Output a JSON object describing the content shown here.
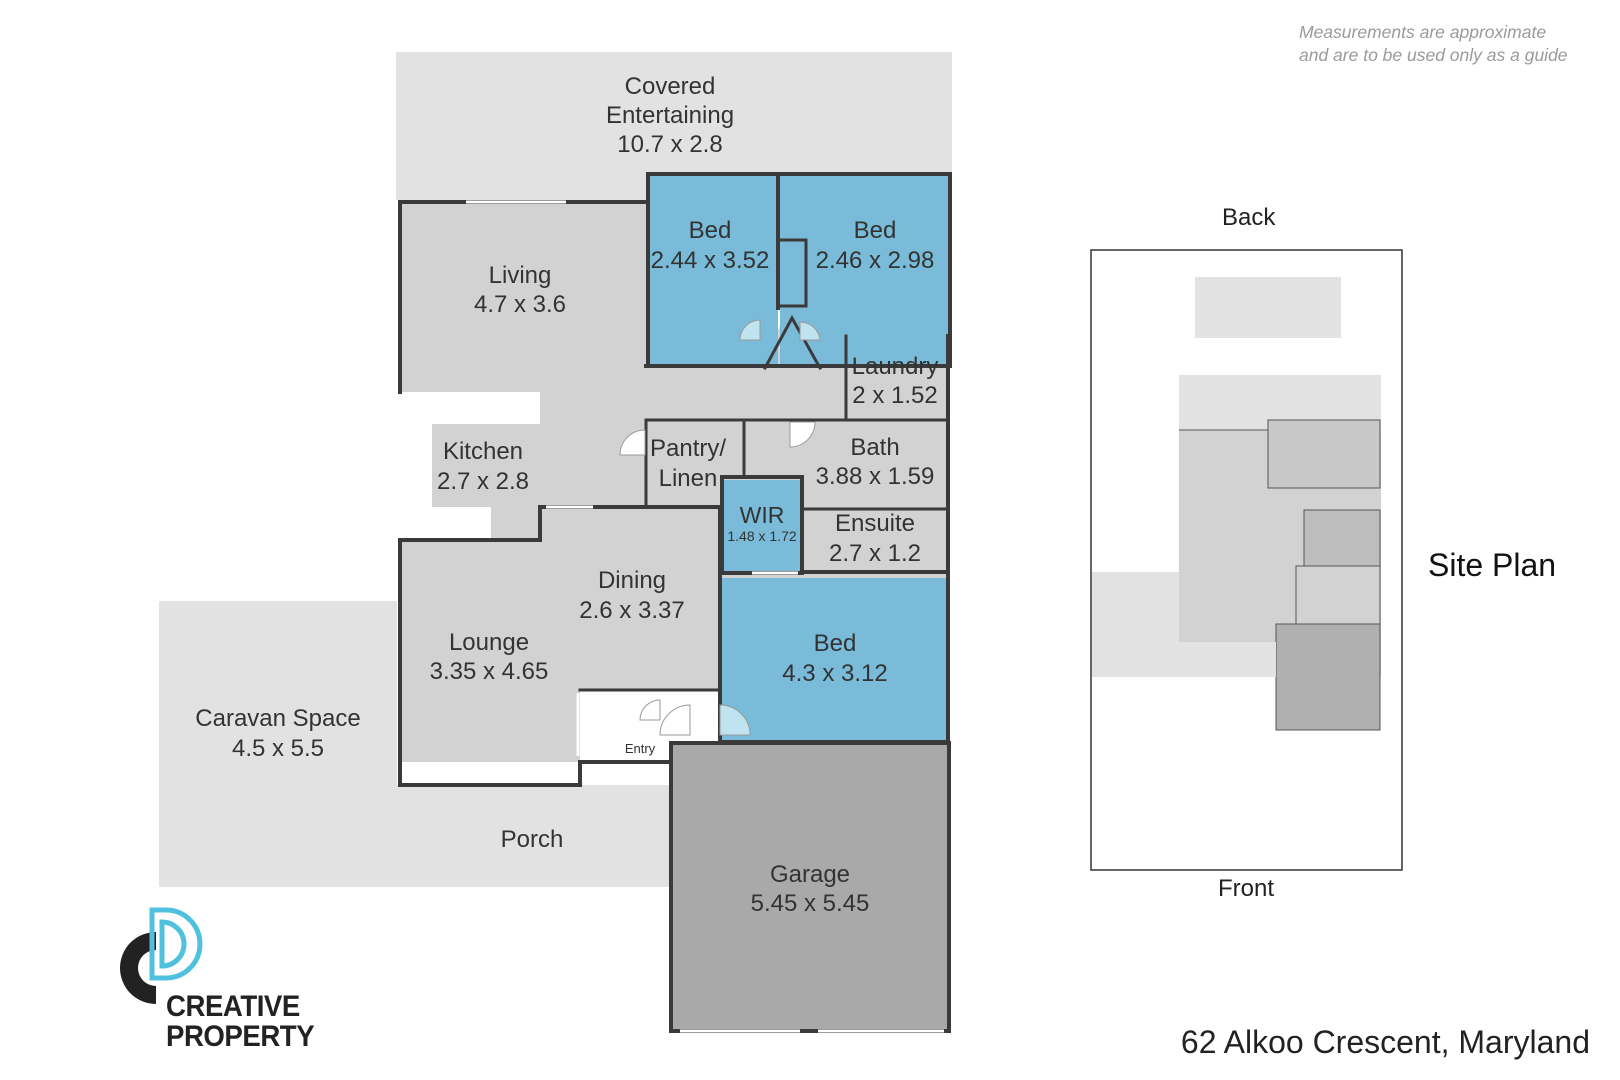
{
  "disclaimer": {
    "line1": "Measurements are approximate",
    "line2": "and are to be used only as a guide"
  },
  "address": "62 Alkoo Crescent, Maryland",
  "site_plan": {
    "title": "Site Plan",
    "back_label": "Back",
    "front_label": "Front"
  },
  "brand": {
    "line1": "CREATIVE",
    "line2": "PROPERTY",
    "accent_color": "#4fc0dd",
    "dark_color": "#222222"
  },
  "colors": {
    "room_grey": "#d2d2d2",
    "outdoor_grey": "#e2e2e2",
    "bedroom_blue": "#79bbd8",
    "garage_grey": "#a9a9a9",
    "wall": "#3a3a3a"
  },
  "rooms": {
    "covered_entertaining": {
      "name_line1": "Covered",
      "name_line2": "Entertaining",
      "size": "10.7 x 2.8"
    },
    "bed1": {
      "name": "Bed",
      "size": "2.44 x 3.52"
    },
    "bed2": {
      "name": "Bed",
      "size": "2.46 x 2.98"
    },
    "living": {
      "name": "Living",
      "size": "4.7 x 3.6"
    },
    "laundry": {
      "name": "Laundry",
      "size": "2 x 1.52"
    },
    "kitchen": {
      "name": "Kitchen",
      "size": "2.7 x 2.8"
    },
    "pantry": {
      "name_line1": "Pantry/",
      "name_line2": "Linen"
    },
    "bath": {
      "name": "Bath",
      "size": "3.88 x 1.59"
    },
    "wir": {
      "name": "WIR",
      "size": "1.48 x 1.72"
    },
    "ensuite": {
      "name": "Ensuite",
      "size": "2.7 x 1.2"
    },
    "dining": {
      "name": "Dining",
      "size": "2.6 x 3.37"
    },
    "lounge": {
      "name": "Lounge",
      "size": "3.35 x 4.65"
    },
    "bed3": {
      "name": "Bed",
      "size": "4.3 x 3.12"
    },
    "caravan": {
      "name": "Caravan Space",
      "size": "4.5 x 5.5"
    },
    "entry": {
      "name": "Entry"
    },
    "porch": {
      "name": "Porch"
    },
    "garage": {
      "name": "Garage",
      "size": "5.45 x 5.45"
    }
  }
}
